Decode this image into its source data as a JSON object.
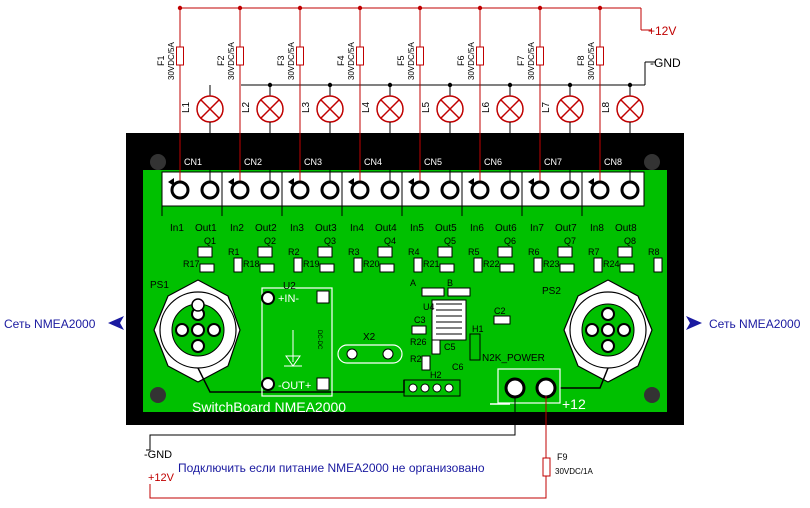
{
  "supply": {
    "plus12_top": "+12V",
    "gnd_top": "-GND",
    "gnd_bottom": "-GND",
    "plus12_bottom": "+12V"
  },
  "fuses": [
    {
      "ref": "F1",
      "rating": "30VDC/5A"
    },
    {
      "ref": "F2",
      "rating": "30VDC/5A"
    },
    {
      "ref": "F3",
      "rating": "30VDC/5A"
    },
    {
      "ref": "F4",
      "rating": "30VDC/5A"
    },
    {
      "ref": "F5",
      "rating": "30VDC/5A"
    },
    {
      "ref": "F6",
      "rating": "30VDC/5A"
    },
    {
      "ref": "F7",
      "rating": "30VDC/5A"
    },
    {
      "ref": "F8",
      "rating": "30VDC/5A"
    }
  ],
  "lamps": [
    "L1",
    "L2",
    "L3",
    "L4",
    "L5",
    "L6",
    "L7",
    "L8"
  ],
  "connectors": [
    "CN1",
    "CN2",
    "CN3",
    "CN4",
    "CN5",
    "CN6",
    "CN7",
    "CN8"
  ],
  "pin_labels": [
    [
      "In1",
      "Out1"
    ],
    [
      "In2",
      "Out2"
    ],
    [
      "In3",
      "Out3"
    ],
    [
      "In4",
      "Out4"
    ],
    [
      "In5",
      "Out5"
    ],
    [
      "In6",
      "Out6"
    ],
    [
      "In7",
      "Out7"
    ],
    [
      "In8",
      "Out8"
    ]
  ],
  "transistors": [
    "Q1",
    "Q2",
    "Q3",
    "Q4",
    "Q5",
    "Q6",
    "Q7",
    "Q8"
  ],
  "resistors_top": [
    "R1",
    "R2",
    "R3",
    "R4",
    "R5",
    "R6",
    "R7",
    "R8"
  ],
  "resistors_pull": [
    "R17",
    "R18",
    "R19",
    "R20",
    "R21",
    "R22",
    "R23",
    "R24"
  ],
  "parts": {
    "ps1": "PS1",
    "ps2": "PS2",
    "u2": "U2",
    "u4": "U4",
    "x2": "X2",
    "h1": "H1",
    "h2": "H2",
    "c2": "C2",
    "c3": "C3",
    "c5": "C5",
    "c6": "C6",
    "r25": "R25",
    "r26": "R26",
    "a": "A",
    "b": "B",
    "in_label": "+IN-",
    "out_label": "-OUT+",
    "u2_part": "DC-DC",
    "n2k_power": "N2K_POWER",
    "plus12_pad": "+12"
  },
  "board_title": "SwitchBoard NMEA2000",
  "net_left": "Сеть NMEA2000",
  "net_right": "Сеть NMEA2000",
  "fuse9": {
    "ref": "F9",
    "rating": "30VDC/1A"
  },
  "note": "Подключить если питание NMEA2000 не организовано"
}
